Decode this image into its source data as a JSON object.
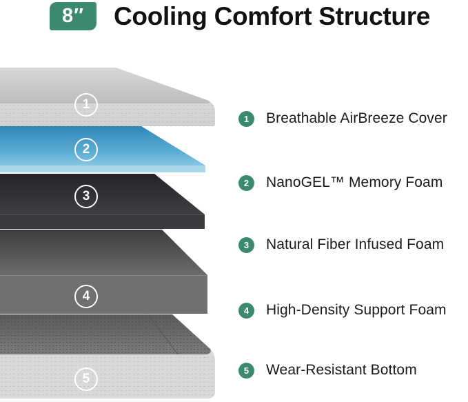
{
  "header": {
    "badge": "8″",
    "title": "Cooling Comfort Structure"
  },
  "colors": {
    "accent": "#3b8a6e",
    "cover": "#c9c9c9",
    "gel": "#4aa3cf",
    "fiber_foam": "#333438",
    "support_foam": "#6b6b6b",
    "bottom": "#dcdcdc"
  },
  "layers": [
    {
      "number": "1",
      "label": "Breathable AirBreeze Cover"
    },
    {
      "number": "2",
      "label": "NanoGEL™ Memory Foam"
    },
    {
      "number": "3",
      "label": "Natural Fiber Infused Foam"
    },
    {
      "number": "4",
      "label": "High-Density Support Foam"
    },
    {
      "number": "5",
      "label": "Wear-Resistant Bottom"
    }
  ]
}
